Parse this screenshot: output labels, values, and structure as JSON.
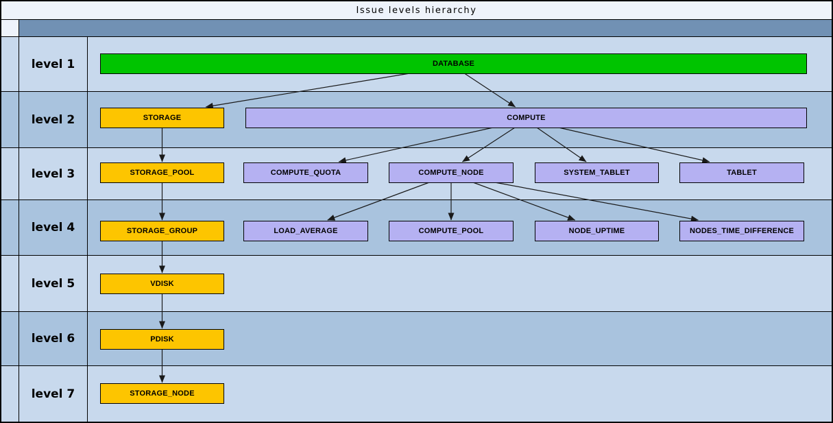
{
  "title": "Issue levels hierarchy",
  "levels": [
    {
      "label": "level 1"
    },
    {
      "label": "level 2"
    },
    {
      "label": "level 3"
    },
    {
      "label": "level 4"
    },
    {
      "label": "level 5"
    },
    {
      "label": "level 6"
    },
    {
      "label": "level 7"
    }
  ],
  "colors": {
    "title_bg": "#eef3fb",
    "header_band": "#7191b4",
    "row_light": "#c8d9ed",
    "row_dark": "#a9c3de",
    "border": "#000000",
    "database_green": "#00c400",
    "storage_gold": "#fdc500",
    "compute_lavender": "#b5b1f2",
    "arrow": "#1a1a1a"
  },
  "nodes": [
    {
      "id": "DATABASE",
      "label": "DATABASE",
      "level": 1,
      "span": "database_wide",
      "color": "database_green"
    },
    {
      "id": "STORAGE",
      "label": "STORAGE",
      "level": 2,
      "col": 0,
      "color": "storage_gold"
    },
    {
      "id": "COMPUTE",
      "label": "COMPUTE",
      "level": 2,
      "span": "compute_wide",
      "color": "compute_lavender"
    },
    {
      "id": "STORAGE_POOL",
      "label": "STORAGE_POOL",
      "level": 3,
      "col": 0,
      "color": "storage_gold"
    },
    {
      "id": "COMPUTE_QUOTA",
      "label": "COMPUTE_QUOTA",
      "level": 3,
      "col": 1,
      "color": "compute_lavender"
    },
    {
      "id": "COMPUTE_NODE",
      "label": "COMPUTE_NODE",
      "level": 3,
      "col": 2,
      "color": "compute_lavender"
    },
    {
      "id": "SYSTEM_TABLET",
      "label": "SYSTEM_TABLET",
      "level": 3,
      "col": 3,
      "color": "compute_lavender"
    },
    {
      "id": "TABLET",
      "label": "TABLET",
      "level": 3,
      "col": 4,
      "color": "compute_lavender"
    },
    {
      "id": "STORAGE_GROUP",
      "label": "STORAGE_GROUP",
      "level": 4,
      "col": 0,
      "color": "storage_gold"
    },
    {
      "id": "LOAD_AVERAGE",
      "label": "LOAD_AVERAGE",
      "level": 4,
      "col": 1,
      "color": "compute_lavender"
    },
    {
      "id": "COMPUTE_POOL",
      "label": "COMPUTE_POOL",
      "level": 4,
      "col": 2,
      "color": "compute_lavender"
    },
    {
      "id": "NODE_UPTIME",
      "label": "NODE_UPTIME",
      "level": 4,
      "col": 3,
      "color": "compute_lavender"
    },
    {
      "id": "NODES_TIME_DIFFERENCE",
      "label": "NODES_TIME_DIFFERENCE",
      "level": 4,
      "col": 4,
      "color": "compute_lavender"
    },
    {
      "id": "VDISK",
      "label": "VDISK",
      "level": 5,
      "col": 0,
      "color": "storage_gold"
    },
    {
      "id": "PDISK",
      "label": "PDISK",
      "level": 6,
      "col": 0,
      "color": "storage_gold"
    },
    {
      "id": "STORAGE_NODE",
      "label": "STORAGE_NODE",
      "level": 7,
      "col": 0,
      "color": "storage_gold"
    }
  ],
  "edges": [
    {
      "from": "DATABASE",
      "to": "STORAGE"
    },
    {
      "from": "DATABASE",
      "to": "COMPUTE"
    },
    {
      "from": "STORAGE",
      "to": "STORAGE_POOL"
    },
    {
      "from": "COMPUTE",
      "to": "COMPUTE_QUOTA"
    },
    {
      "from": "COMPUTE",
      "to": "COMPUTE_NODE"
    },
    {
      "from": "COMPUTE",
      "to": "SYSTEM_TABLET"
    },
    {
      "from": "COMPUTE",
      "to": "TABLET"
    },
    {
      "from": "STORAGE_POOL",
      "to": "STORAGE_GROUP"
    },
    {
      "from": "COMPUTE_NODE",
      "to": "LOAD_AVERAGE"
    },
    {
      "from": "COMPUTE_NODE",
      "to": "COMPUTE_POOL"
    },
    {
      "from": "COMPUTE_NODE",
      "to": "NODE_UPTIME"
    },
    {
      "from": "COMPUTE_NODE",
      "to": "NODES_TIME_DIFFERENCE"
    },
    {
      "from": "STORAGE_GROUP",
      "to": "VDISK"
    },
    {
      "from": "VDISK",
      "to": "PDISK"
    },
    {
      "from": "PDISK",
      "to": "STORAGE_NODE"
    }
  ]
}
